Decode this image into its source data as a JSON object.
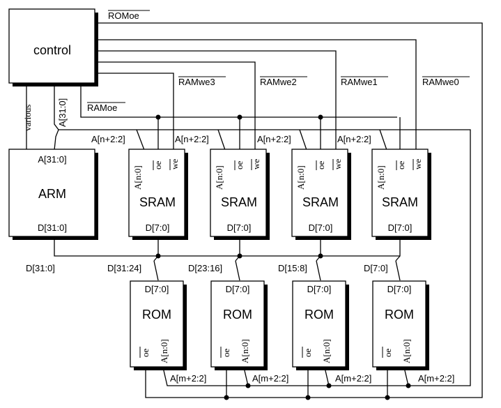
{
  "control": {
    "label": "control"
  },
  "control_signals": {
    "romoe": "ROMoe",
    "ramwe3": "RAMwe3",
    "ramwe2": "RAMwe2",
    "ramwe1": "RAMwe1",
    "ramwe0": "RAMwe0",
    "ramoe": "RAMoe",
    "various": "various",
    "addr": "A[31:0]"
  },
  "arm": {
    "name": "ARM",
    "addr_port": "A[31:0]",
    "data_port": "D[31:0]"
  },
  "sram": {
    "name": "SRAM",
    "addr_pin": "A[n:0]",
    "oe_pin": "oe",
    "we_pin": "we",
    "data_port": "D[7:0]",
    "addr_bus": "A[n+2:2]"
  },
  "rom": {
    "name": "ROM",
    "data_port": "D[7:0]",
    "oe_pin": "oe",
    "addr_pin": "A[n:0]",
    "addr_bus": "A[m+2:2]"
  },
  "data_buses": [
    "D[31:0]",
    "D[31:24]",
    "D[23:16]",
    "D[15:8]",
    "D[7:0]"
  ]
}
